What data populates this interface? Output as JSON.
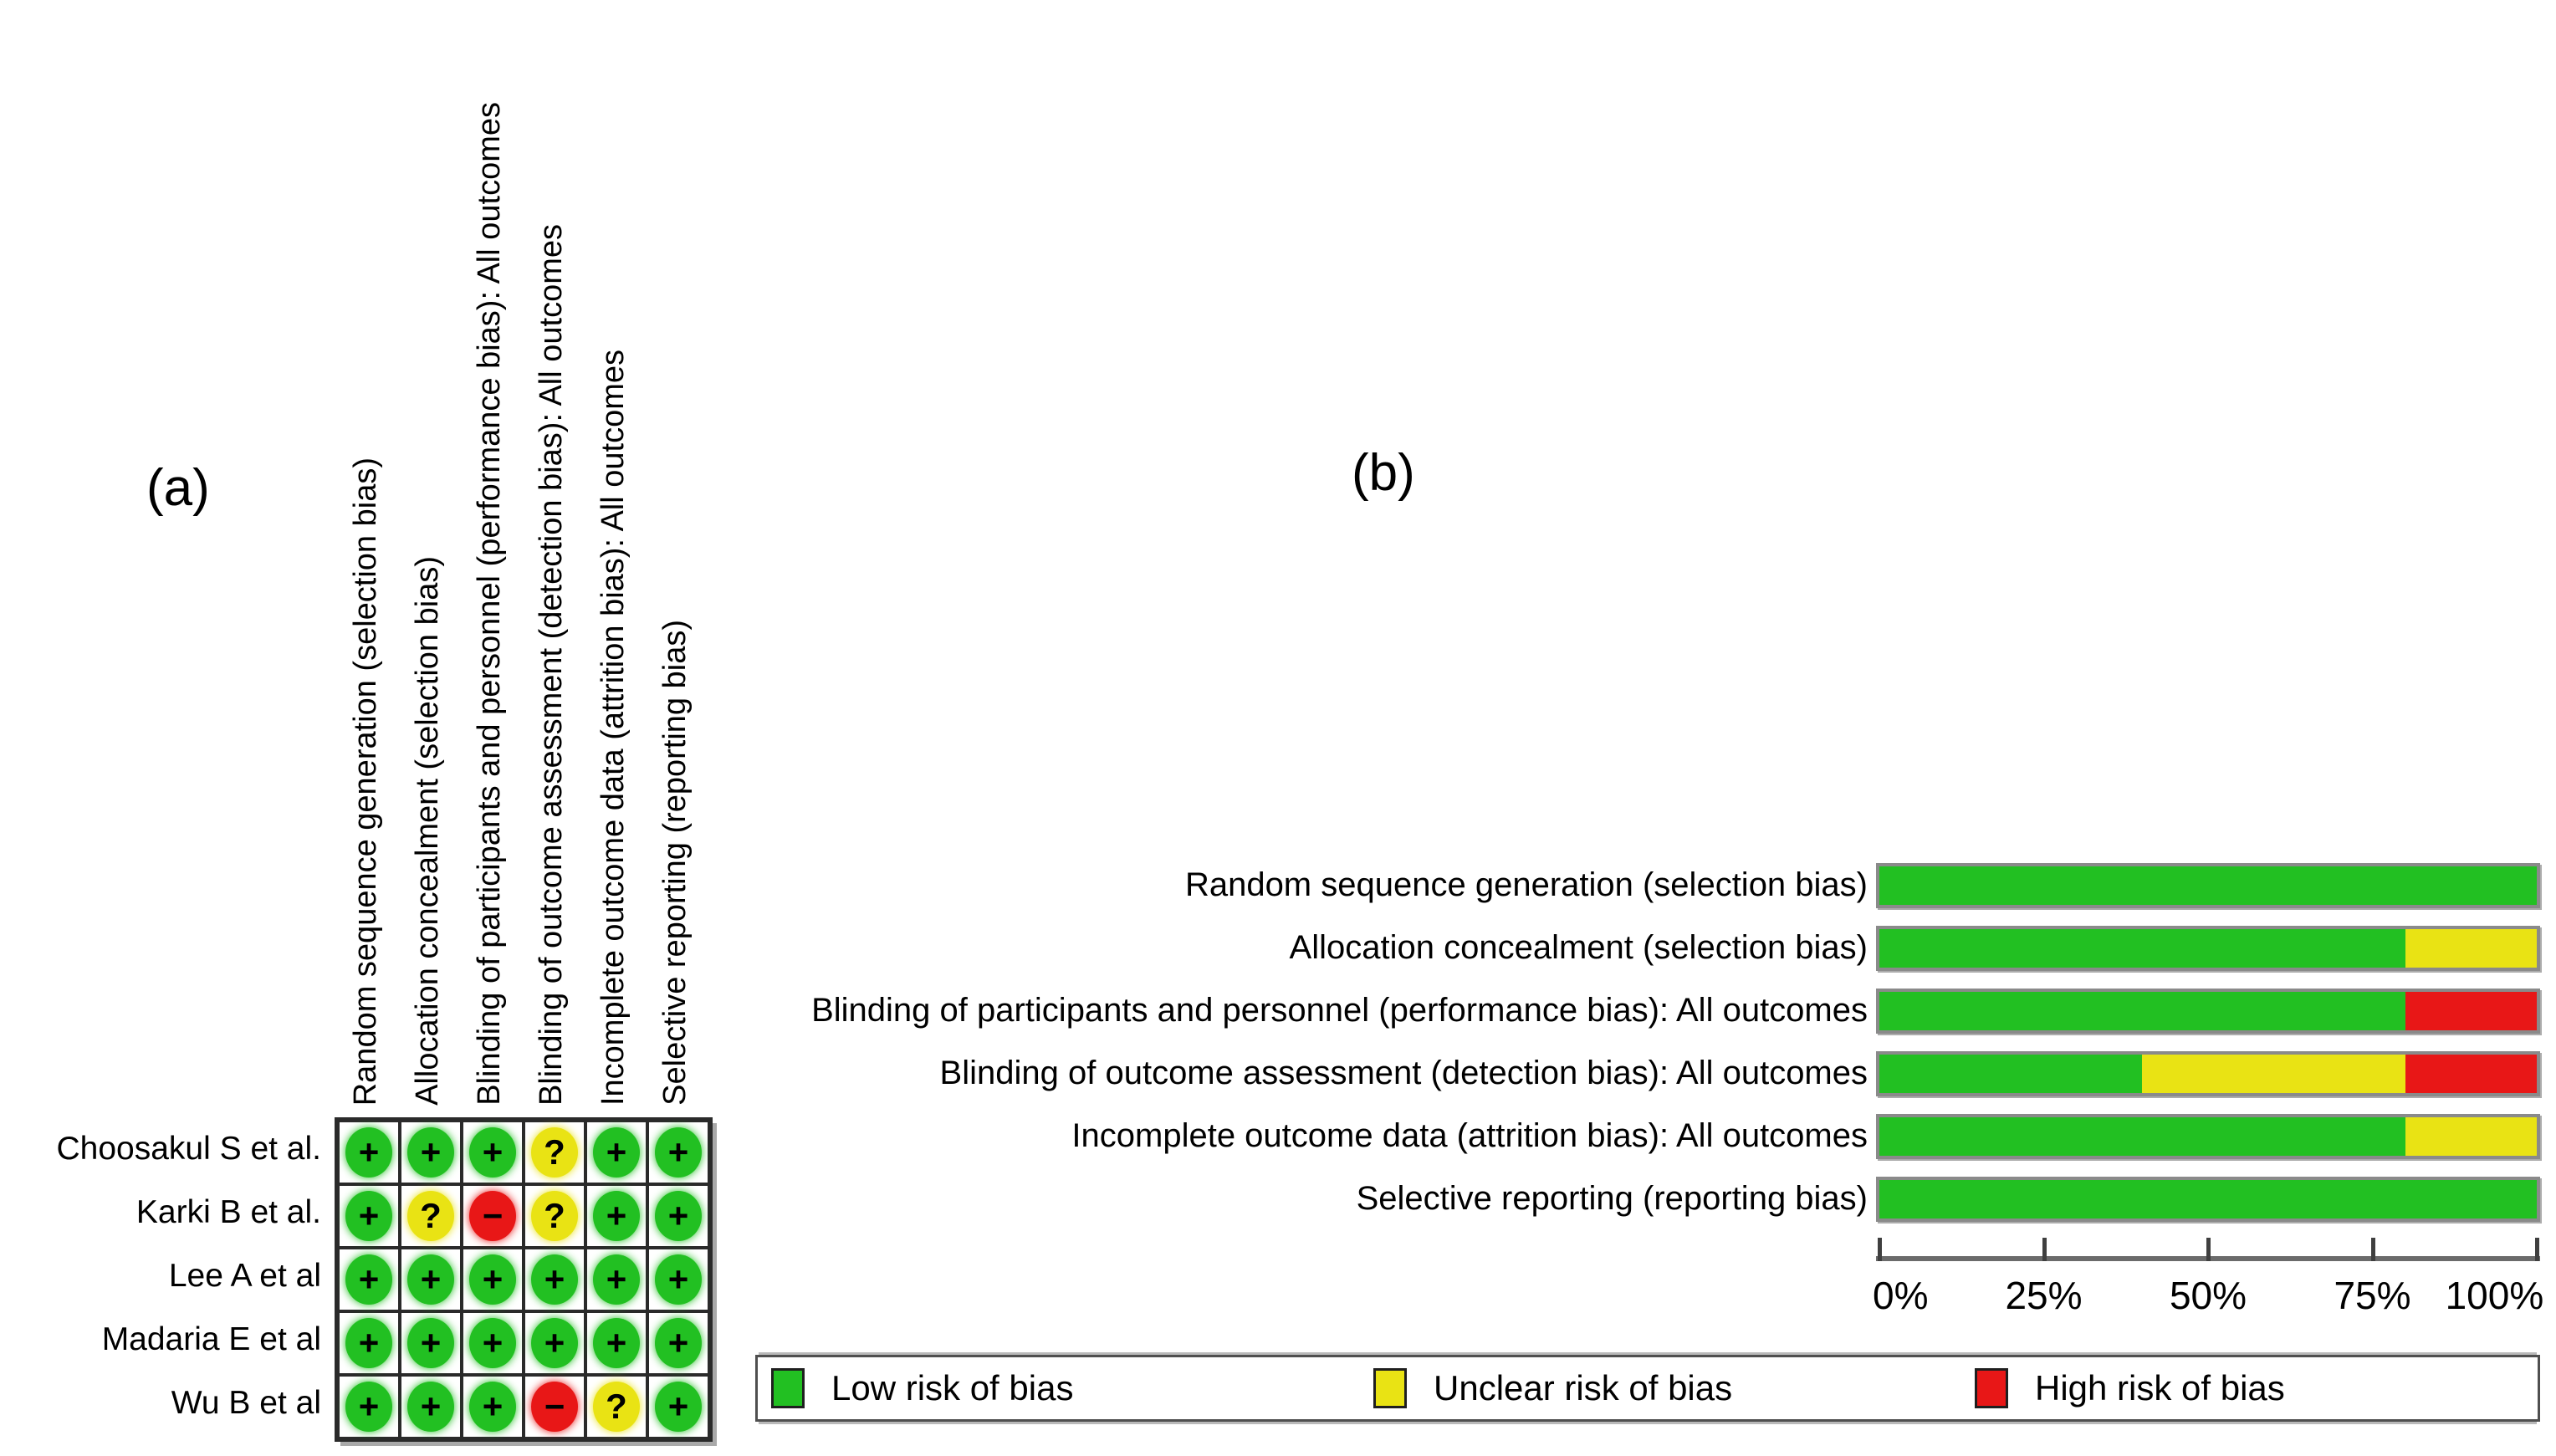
{
  "figure": {
    "panel_a_label": "(a)",
    "panel_b_label": "(b)"
  },
  "panel_a": {
    "type": "risk-of-bias-summary-matrix",
    "columns": [
      "Random sequence generation (selection bias)",
      "Allocation concealment (selection bias)",
      "Blinding of participants and personnel (performance bias): All outcomes",
      "Blinding of outcome assessment (detection bias): All outcomes",
      "Incomplete outcome data (attrition bias): All outcomes",
      "Selective reporting (reporting bias)"
    ],
    "symbols": {
      "low": "+",
      "unclear": "?",
      "high": "−"
    },
    "rows": [
      {
        "study": "Choosakul S et al.",
        "judgments": [
          "low",
          "low",
          "low",
          "unclear",
          "low",
          "low"
        ]
      },
      {
        "study": "Karki B et al.",
        "judgments": [
          "low",
          "unclear",
          "high",
          "unclear",
          "low",
          "low"
        ]
      },
      {
        "study": "Lee A et al",
        "judgments": [
          "low",
          "low",
          "low",
          "low",
          "low",
          "low"
        ]
      },
      {
        "study": "Madaria E et al",
        "judgments": [
          "low",
          "low",
          "low",
          "low",
          "low",
          "low"
        ]
      },
      {
        "study": "Wu B et al",
        "judgments": [
          "low",
          "low",
          "low",
          "high",
          "unclear",
          "low"
        ]
      }
    ]
  },
  "colors": {
    "low": "#22c022",
    "unclear": "#e9e314",
    "high": "#e81717"
  },
  "chart_data": {
    "type": "bar",
    "stacked": true,
    "orientation": "horizontal",
    "title": "",
    "xlabel": "",
    "ylabel": "",
    "categories": [
      "Random sequence generation (selection bias)",
      "Allocation concealment (selection bias)",
      "Blinding of participants and personnel (performance bias): All outcomes",
      "Blinding of outcome assessment (detection bias): All outcomes",
      "Incomplete outcome data (attrition bias): All outcomes",
      "Selective reporting (reporting bias)"
    ],
    "series": [
      {
        "name": "Low risk of bias",
        "risk": "low",
        "color": "#22c022",
        "values": [
          100,
          80,
          80,
          40,
          80,
          100
        ]
      },
      {
        "name": "Unclear risk of bias",
        "risk": "unclear",
        "color": "#e9e314",
        "values": [
          0,
          20,
          0,
          40,
          20,
          0
        ]
      },
      {
        "name": "High risk of bias",
        "risk": "high",
        "color": "#e81717",
        "values": [
          0,
          0,
          20,
          20,
          0,
          0
        ]
      }
    ],
    "x_ticks": [
      "0%",
      "25%",
      "50%",
      "75%",
      "100%"
    ],
    "xlim": [
      0,
      100
    ],
    "grid": false,
    "legend_position": "bottom"
  }
}
